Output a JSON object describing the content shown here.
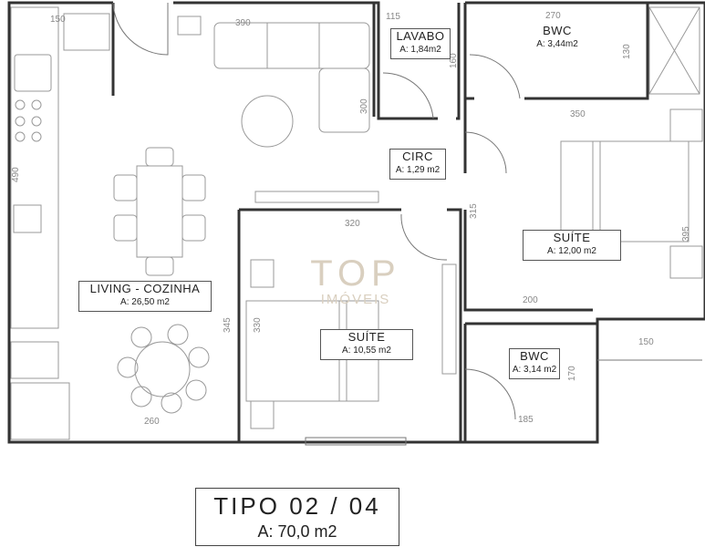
{
  "rooms": {
    "living": {
      "name": "LIVING - COZINHA",
      "area": "A: 26,50 m2"
    },
    "lavabo": {
      "name": "LAVABO",
      "area": "A: 1,84m2"
    },
    "bwc1": {
      "name": "BWC",
      "area": "A: 3,44m2"
    },
    "circ": {
      "name": "CIRC",
      "area": "A: 1,29 m2"
    },
    "suite1": {
      "name": "SUÍTE",
      "area": "A: 12,00 m2"
    },
    "suite2": {
      "name": "SUÍTE",
      "area": "A: 10,55 m2"
    },
    "bwc2": {
      "name": "BWC",
      "area": "A: 3,14 m2"
    }
  },
  "dimensions": [
    "150",
    "390",
    "115",
    "270",
    "130",
    "160",
    "300",
    "350",
    "490",
    "315",
    "320",
    "395",
    "200",
    "345",
    "330",
    "150",
    "170",
    "260",
    "185"
  ],
  "watermark": {
    "line1": "TOP",
    "line2": "IMÓVEIS"
  },
  "title": {
    "type": "TIPO 02 / 04",
    "area": "A: 70,0 m2"
  }
}
